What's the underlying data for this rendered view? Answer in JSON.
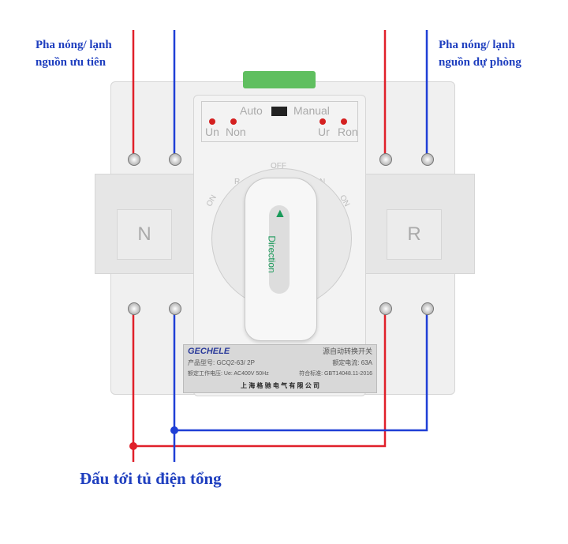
{
  "labels": {
    "left_top_line1": "Pha nóng/ lạnh",
    "left_top_line2": "nguồn ưu tiên",
    "right_top_line1": "Pha nóng/ lạnh",
    "right_top_line2": "nguồn dự phòng",
    "bottom": "Đấu tới tủ điện tổng"
  },
  "device": {
    "mode_auto": "Auto",
    "mode_manual": "Manual",
    "indicators": [
      "Un",
      "Non",
      "Ur",
      "Ron"
    ],
    "side_left": "N",
    "side_right": "R",
    "dial": {
      "off": "OFF",
      "left_on": "ON",
      "right_on": "ON",
      "left_r": "R",
      "right_n": "N"
    },
    "handle_text": "Direction",
    "plate": {
      "brand": "GECHELE",
      "title": "源自动转换开关",
      "model": "产品型号: GCQ2-63/ 2P",
      "current": "额定电流: 63A",
      "voltage": "额定工作电压: Ue: AC400V 50Hz",
      "standard": "符合标准: GBT14048.11-2016",
      "company": "上 海 格 驰 电 气 有 限 公 司"
    }
  },
  "colors": {
    "phase_wire": "#e0202a",
    "neutral_wire": "#1f3fd6",
    "label": "#1f3fbf"
  }
}
